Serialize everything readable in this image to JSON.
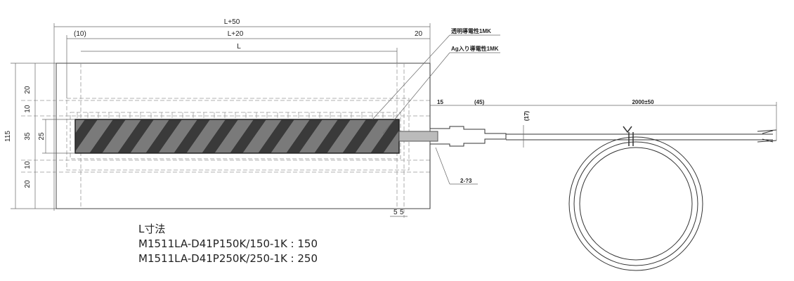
{
  "dimensions": {
    "l_plus_50": "L+50",
    "l_plus_20": "L+20",
    "l": "L",
    "ten_paren": "(10)",
    "twenty_right": "20",
    "height_115": "115",
    "h20_top": "20",
    "h10_top": "10",
    "h35": "35",
    "h25": "25",
    "h10_bottom": "10",
    "h20_bottom": "20",
    "five_a": "5",
    "five_b": "5",
    "fifteen": "15",
    "forty_five": "(45)",
    "seventeen": "(17)",
    "cable_length": "2000±50",
    "holes": "2-?3"
  },
  "callouts": {
    "transparent_conductive": "透明導電性1MK",
    "ag_conductive": "Ag入り導電性1MK"
  },
  "notes": {
    "title": "L寸法",
    "lines": [
      "M1511LA-D41P150K/150-1K : 150",
      "M1511LA-D41P250K/250-1K : 250"
    ]
  }
}
